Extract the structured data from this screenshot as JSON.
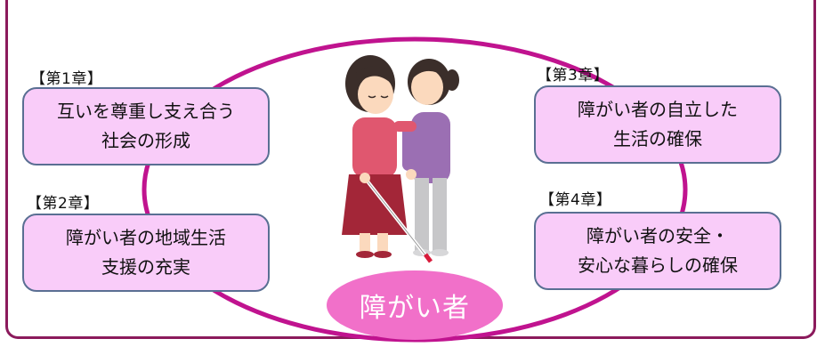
{
  "colors": {
    "frame": "#8b1a5c",
    "ellipse": "#c0138f",
    "box_fill": "#f9ccf9",
    "box_border": "#5a6f93",
    "center_fill": "#f170c9"
  },
  "center_label": "障がい者",
  "chapters": [
    {
      "tag": "【第1章】",
      "lines": [
        "互いを尊重し支え合う",
        "社会の形成"
      ]
    },
    {
      "tag": "【第2章】",
      "lines": [
        "障がい者の地域生活",
        "支援の充実"
      ]
    },
    {
      "tag": "【第3章】",
      "lines": [
        "障がい者の自立した",
        "生活の確保"
      ]
    },
    {
      "tag": "【第4章】",
      "lines": [
        "障がい者の安全・",
        "安心な暮らしの確保"
      ]
    }
  ],
  "illustration": {
    "icon": "guide-helper-illustration"
  }
}
